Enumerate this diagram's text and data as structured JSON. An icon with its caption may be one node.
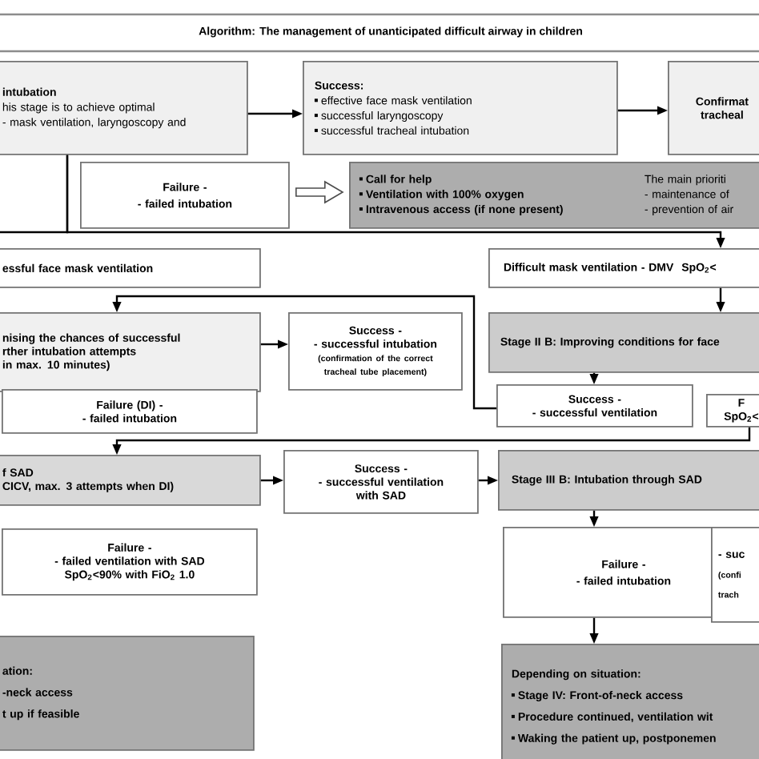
{
  "diagram": {
    "title": "Algorithm: The management of unanticipated difficult airway in children",
    "nodes": [
      {
        "text": [
          "intubation",
          "his stage is to achieve optimal",
          "- mask ventilation, laryngoscopy and"
        ]
      },
      {
        "text": [
          "Success:",
          "effective face mask ventilation",
          "successful laryngoscopy",
          "successful tracheal intubation"
        ]
      },
      {
        "text": [
          "Confirmat",
          "tracheal"
        ]
      },
      {
        "text": [
          "Failure -",
          "- failed intubation"
        ]
      },
      {
        "text": [
          "Call for help",
          "Ventilation with 100% oxygen",
          "Intravenous access (if none present)",
          "The main prioriti",
          "- maintenance of",
          "- prevention of air"
        ]
      },
      {
        "text": [
          "essful face mask ventilation"
        ]
      },
      {
        "text": [
          "nising the chances of successful",
          "rther intubation attempts",
          "in max. 10 minutes)"
        ]
      },
      {
        "text": [
          "Difficult mask ventilation - DMV",
          "SpO$_{2}$<"
        ]
      },
      {
        "text": [
          "Stage II B: Improving conditions for face"
        ]
      },
      {
        "text": [
          "Success -",
          "- successful intubation",
          "(confirmation of the correct",
          "tracheal tube placement)"
        ]
      },
      {
        "text": [
          "Failure (DI) -",
          "- failed intubation"
        ]
      },
      {
        "text": [
          "Success -",
          "- successful ventilation"
        ]
      },
      {
        "text": [
          "F",
          "SpO$_{2}$<"
        ]
      },
      {
        "text": [
          "f SAD",
          "CICV, max. 3 attempts when DI)"
        ]
      },
      {
        "text": [
          "Success -",
          "- successful ventilation",
          "with SAD"
        ]
      },
      {
        "text": [
          "Stage III B: Intubation through SAD"
        ]
      },
      {
        "text": [
          "Failure -",
          "- failed ventilation with SAD",
          "SpO$_{2}$<90% with FiO$_{2}$ 1.0"
        ]
      },
      {
        "text": [
          "ation:",
          "-neck access",
          "t up if feasible"
        ]
      },
      {
        "text": [
          "Failure -",
          "- failed intubation"
        ]
      },
      {
        "text": [
          "- suc",
          "(confi",
          "trach"
        ]
      },
      {
        "text": [
          "Depending on situation:",
          "Stage IV: Front-of-neck access",
          "Procedure continued, ventilation wit",
          "Waking the patient up, postponemen"
        ]
      }
    ],
    "edges": [
      {
        "from": 0,
        "to": 1,
        "arrow": "to"
      },
      {
        "from": 1,
        "to": 2,
        "arrow": "to"
      },
      {
        "from": 3,
        "to": 4,
        "arrow": "to",
        "style": "thick"
      },
      {
        "from": 0,
        "to": 7,
        "arrow": "to"
      },
      {
        "from": 0,
        "to": 5,
        "arrow": "none"
      },
      {
        "from": 7,
        "to": 8,
        "arrow": "to"
      },
      {
        "from": 6,
        "to": 9,
        "arrow": "to"
      },
      {
        "from": 8,
        "to": 11,
        "arrow": "to"
      },
      {
        "from": 11,
        "to": 6,
        "arrow": "to"
      },
      {
        "from": 12,
        "to": 13,
        "arrow": "to"
      },
      {
        "from": 13,
        "to": 14,
        "arrow": "to"
      },
      {
        "from": 14,
        "to": 15,
        "arrow": "to"
      },
      {
        "from": 15,
        "to": 18,
        "arrow": "to"
      },
      {
        "from": 18,
        "to": 20,
        "arrow": "to"
      }
    ]
  }
}
